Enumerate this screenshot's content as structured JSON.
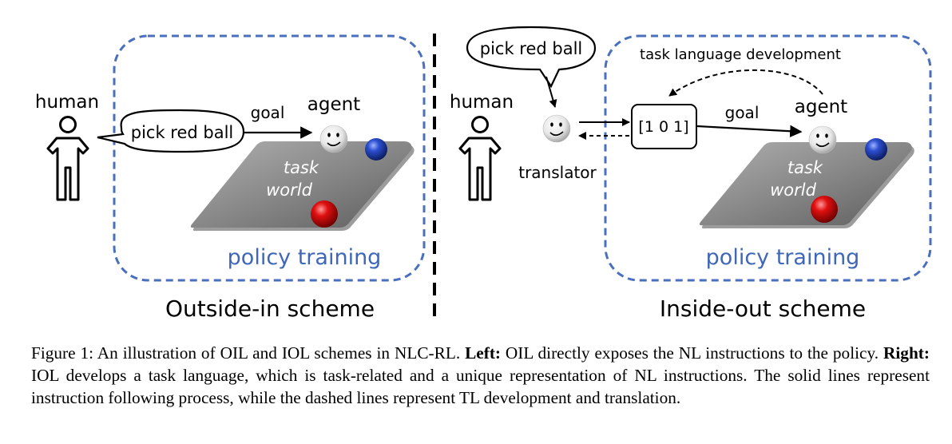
{
  "left_panel": {
    "human_label": "human",
    "speech_text": "pick red ball",
    "goal_label": "goal",
    "agent_label": "agent",
    "world_line1": "task",
    "world_line2": "world",
    "box_label": "policy training",
    "scheme_title": "Outside-in scheme"
  },
  "right_panel": {
    "human_label": "human",
    "speech_text": "pick red ball",
    "translator_label": "translator",
    "tl_dev_label": "task language development",
    "code_text": "[1 0 1]",
    "goal_label": "goal",
    "agent_label": "agent",
    "world_line1": "task",
    "world_line2": "world",
    "box_label": "policy training",
    "scheme_title": "Inside-out scheme"
  },
  "caption": {
    "fig_label": "Figure 1: An illustration of OIL and IOL schemes in NLC-RL. ",
    "left_bold": "Left:",
    "left_text": " OIL directly exposes the NL instructions to the policy. ",
    "right_bold": "Right:",
    "right_text": " IOL develops a task language, which is task-related and a unique representation of NL instructions. The solid lines represent instruction following process, while the dashed lines represent TL development and translation."
  },
  "colors": {
    "box_border": "#4a6fbd",
    "box_label": "#3f67b8",
    "red_ball": "#cc0000",
    "blue_ball": "#1f3fa8",
    "platform": "#8a8a8a"
  }
}
